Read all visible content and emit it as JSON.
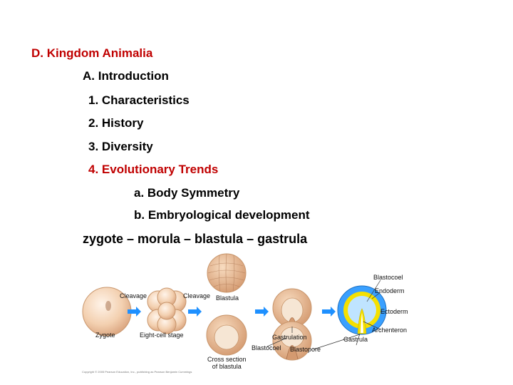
{
  "outline": {
    "heading": "D. Kingdom Animalia",
    "intro": "A. Introduction",
    "items": [
      "1. Characteristics",
      "2. History",
      "3. Diversity"
    ],
    "trends": "4. Evolutionary Trends",
    "subitems": [
      "a.  Body Symmetry",
      "b.  Embryological development"
    ],
    "sequence": "zygote – morula – blastula – gastrula"
  },
  "figure": {
    "labels": {
      "cleavage1": "Cleavage",
      "cleavage2": "Cleavage",
      "zygote": "Zygote",
      "eight_cell": "Eight-cell stage",
      "blastula": "Blastula",
      "blastocoel_bottom": "Blastocoel",
      "cross_section": "Cross section\nof blastula",
      "gastrulation": "Gastrulation",
      "blastopore": "Blastopore",
      "blastocoel_top": "Blastocoel",
      "endoderm": "Endoderm",
      "ectoderm": "Ectoderm",
      "archenteron": "Archenteron",
      "gastrula": "Gastrula"
    },
    "copyright": "Copyright © 2005 Pearson Education, Inc., publishing as Pearson Benjamin Cummings"
  },
  "colors": {
    "red_text": "#c00000",
    "arrow": "#1e90ff",
    "cell": "#f3d0b0",
    "cell_edge": "#c8956b",
    "endoderm": "#f5e000",
    "ectoderm": "#3aa0ff"
  }
}
